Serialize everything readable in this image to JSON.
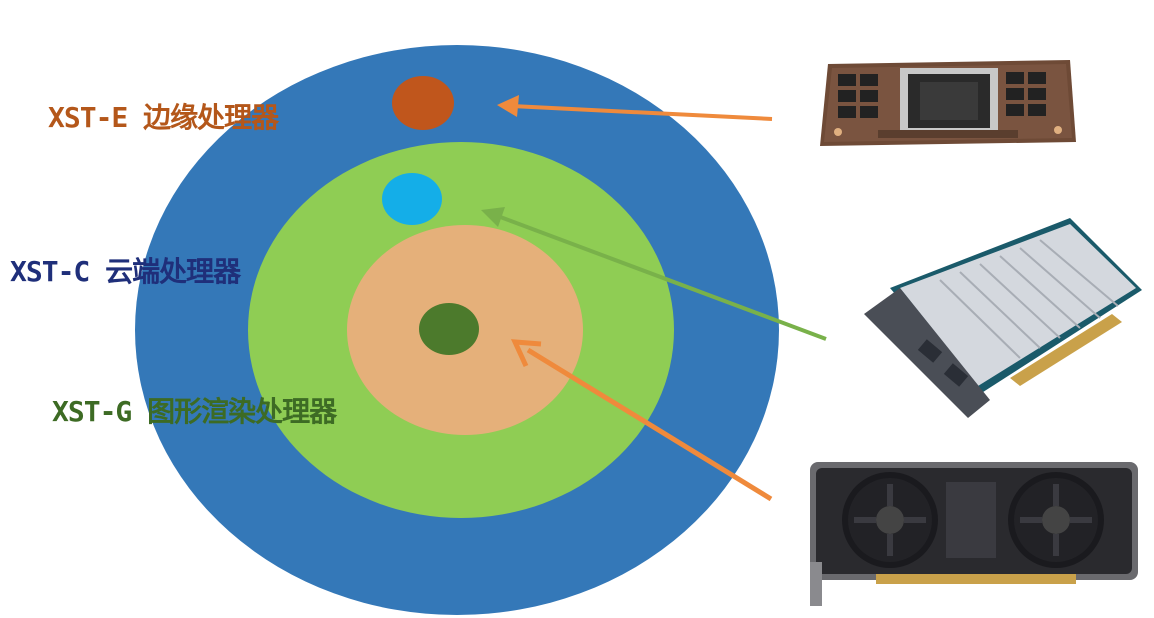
{
  "labels": {
    "edge": {
      "text": "XST-E 边缘处理器",
      "color": "#b4571a"
    },
    "cloud": {
      "text": "XST-C 云端处理器",
      "color": "#1f2f7a"
    },
    "graphics": {
      "text": "XST-G 图形渲染处理器",
      "color": "#3d6b24"
    }
  },
  "colors": {
    "outer_ring": "#3478b8",
    "middle_ring": "#8fcd54",
    "inner_ring": "#e5b07a",
    "edge_dot": "#c0561c",
    "cloud_dot": "#14aee8",
    "graphics_dot": "#4c7a2c",
    "arrow_orange": "#ef8a3c",
    "arrow_green": "#79b14a"
  },
  "images": [
    {
      "name": "edge-processor-board-image",
      "icon": "gpu-module-board"
    },
    {
      "name": "cloud-processor-card-image",
      "icon": "passive-heatsink-pcie-card"
    },
    {
      "name": "graphics-processor-card-image",
      "icon": "dual-fan-graphics-card"
    }
  ]
}
